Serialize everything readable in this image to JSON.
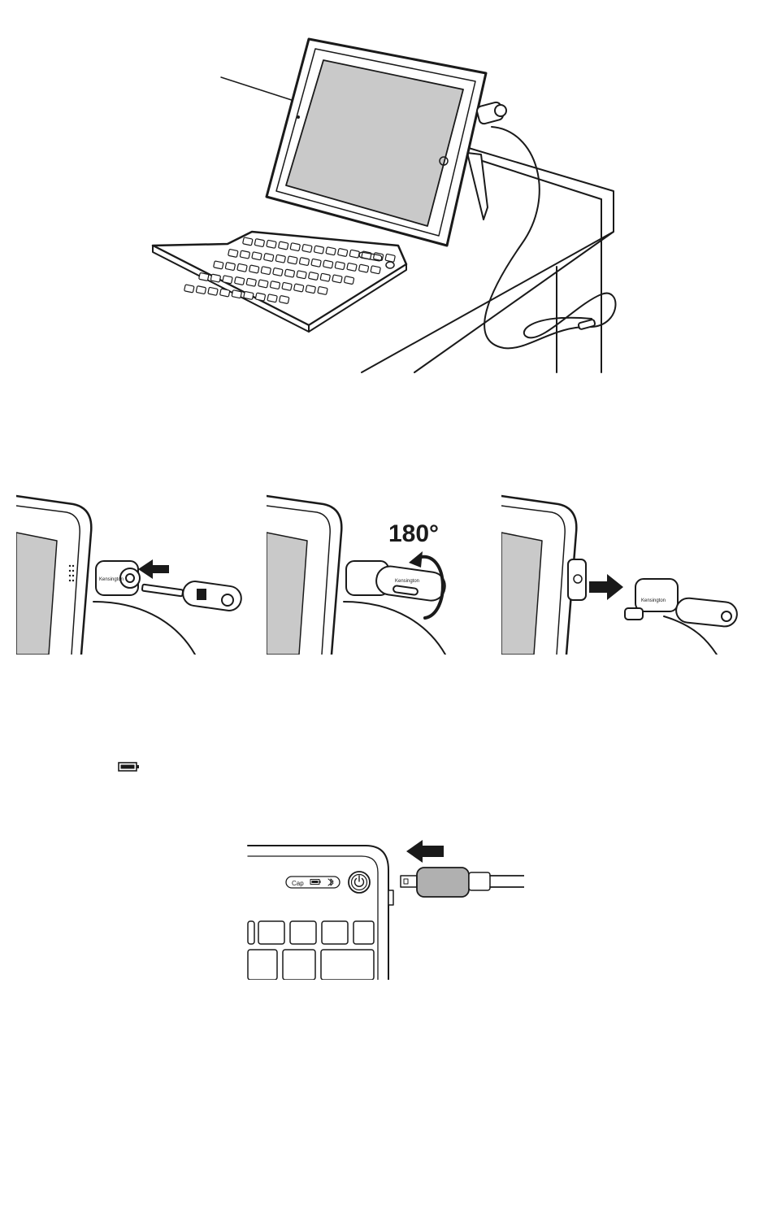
{
  "brand": {
    "name": "Kensington",
    "colors": {
      "line": "#1a1a1a",
      "screen": "#c9c9c9",
      "cable_gray": "#b0b0b0",
      "paper": "#ffffff"
    }
  },
  "step2": {
    "rotation_label": "180°"
  },
  "keyboard_panel": {
    "caps_label": "Cap",
    "icons": [
      "battery-icon",
      "bluetooth-icon",
      "power-icon"
    ]
  }
}
